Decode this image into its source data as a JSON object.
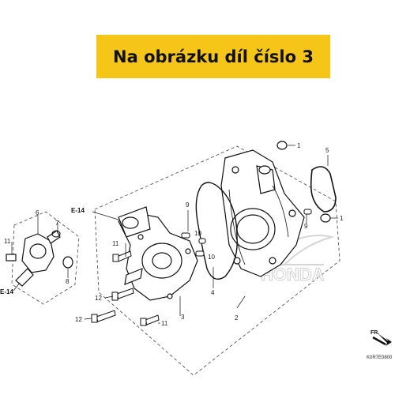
{
  "banner": {
    "text": "Na obrázku díl číslo 3",
    "color": "#f5c518"
  },
  "callouts": {
    "part_1_top": "1",
    "part_1_right": "1",
    "part_2": "2",
    "part_3": "3",
    "part_4": "4",
    "part_5": "5",
    "part_6": "6",
    "part_7": "7",
    "part_8": "8",
    "part_9_left": "9",
    "part_9_right": "9",
    "part_10_a": "10",
    "part_10_b": "10",
    "part_11_thermostat": "11",
    "part_11_pump": "11",
    "part_11_bottom": "11",
    "part_12_a": "12",
    "part_12_b": "12"
  },
  "refs": {
    "e14_top": "E-14",
    "e14_left": "E-14"
  },
  "watermark": "HONDA",
  "direction": "FR.",
  "diagram_code": "K0R7E0800"
}
